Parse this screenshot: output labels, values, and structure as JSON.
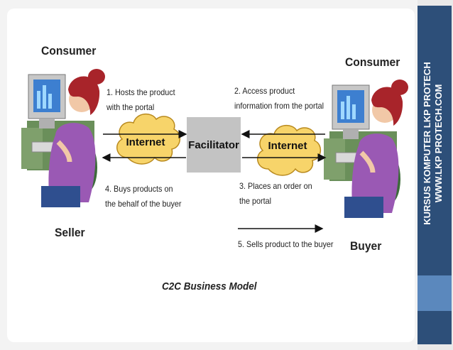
{
  "diagram": {
    "caption": "C2C Business Model",
    "facilitator": "Facilitator",
    "internet_left": "Internet",
    "internet_right": "Internet",
    "seller_top": "Consumer",
    "seller_bottom": "Seller",
    "buyer_top": "Consumer",
    "buyer_bottom": "Buyer",
    "steps": [
      "1. Hosts the product with the portal",
      "2. Access product information from the portal",
      "3. Places an order on the portal",
      "4. Buys products on the behalf of the buyer",
      "5. Sells product to the buyer"
    ]
  },
  "sidebar": {
    "line1": "KURSUS KOMPUTER LKP PROTECH",
    "line2": "WWW.LKP PROTECH.COM"
  },
  "colors": {
    "cloud": "#f7d46a",
    "facilitator": "#c3c3c3",
    "sidebar": "#2d4f79",
    "sidebar_accent": "#5b88bd"
  }
}
